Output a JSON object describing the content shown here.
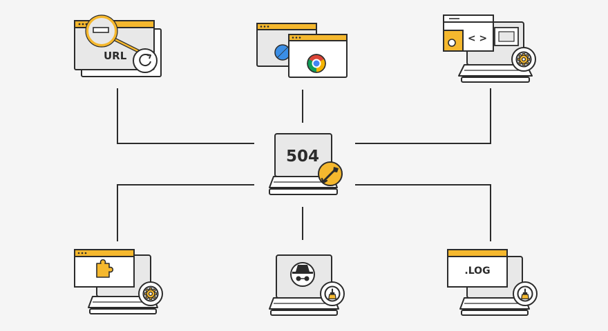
{
  "diagram": {
    "center_label": "504",
    "url_label": "URL",
    "log_label": ".LOG",
    "code_label": "< >"
  },
  "colors": {
    "background": "#f5f5f5",
    "accent": "#f5b82e",
    "stroke": "#2b2b2b",
    "fill": "#ffffff",
    "screen": "#e8e8e8"
  },
  "icons": {
    "top_left": "url-search-refresh-icon",
    "top_center": "browser-windows-icon",
    "top_right": "code-settings-laptop-icon",
    "center": "laptop-504-wrench-icon",
    "bottom_left": "plugin-settings-laptop-icon",
    "bottom_center": "incognito-cleanup-laptop-icon",
    "bottom_right": "log-cleanup-laptop-icon"
  }
}
